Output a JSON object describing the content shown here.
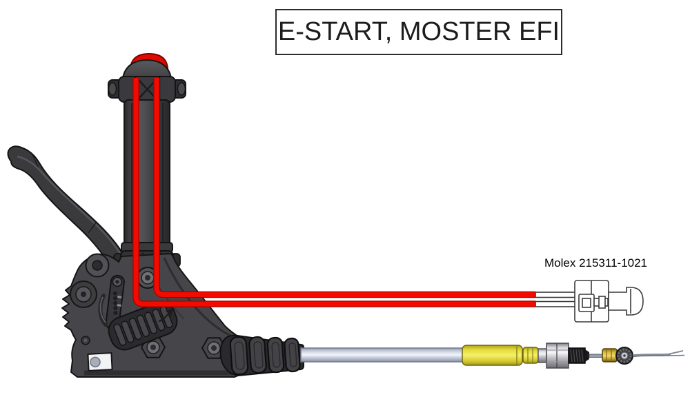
{
  "title": "E-START, MOSTER EFI",
  "labels": {
    "connector": "Molex 215311-1021"
  },
  "colors": {
    "background": "#ffffff",
    "outline": "#141414",
    "body_gray": "#46464a",
    "wire_red": "#f30b00",
    "wire_red_edge": "#a50000",
    "button_red": "#e20a00",
    "cable_gray": "#c9cfdb",
    "sleeve_yellow": "#e9e13f",
    "nut_silver": "#c6c6cb",
    "brass_gold": "#d1ad35",
    "connector_line": "#3a3a3a"
  },
  "diagram": {
    "type": "technical-illustration",
    "parts": [
      {
        "id": "throttle-assembly"
      },
      {
        "id": "e-start-button",
        "color": "#e20a00"
      },
      {
        "id": "brake-lever"
      },
      {
        "id": "signal-wires",
        "color": "#f30b00",
        "count": 2
      },
      {
        "id": "molex-connector",
        "label": "Molex 215311-1021"
      },
      {
        "id": "throttle-cable",
        "colors": [
          "#c9cfdb",
          "#e9e13f"
        ]
      }
    ]
  }
}
